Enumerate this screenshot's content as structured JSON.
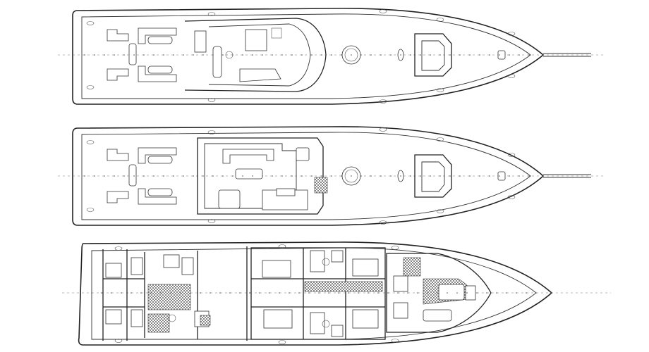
{
  "drawing": {
    "views": [
      {
        "id": "sun-deck"
      },
      {
        "id": "main-deck"
      },
      {
        "id": "lower-deck"
      }
    ]
  }
}
